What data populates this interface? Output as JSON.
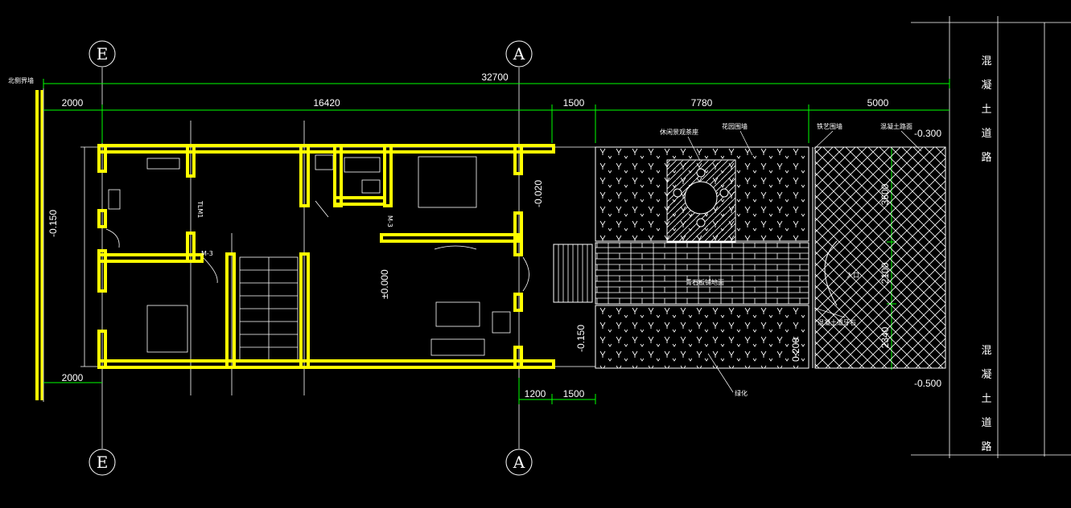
{
  "axes": {
    "left": "E",
    "right": "A"
  },
  "dimensions": {
    "total": "32700",
    "seg_left": "2000",
    "seg_main": "16420",
    "seg_gap": "1500",
    "seg_garden": "7780",
    "seg_road": "5000",
    "bottom_left": "2000",
    "bottom_a": "1200",
    "bottom_b": "1500",
    "v_top": "3600",
    "v_mid": "2100",
    "v_bot": "2340"
  },
  "levels": {
    "left": "-0.150",
    "room": "±0.000",
    "inner": "-0.020",
    "terrace": "-0.150",
    "road_top": "-0.300",
    "road_bottom": "-0.500",
    "step": "0.200"
  },
  "labels": {
    "north": "北侧界墙",
    "tree_pool": "休闲景观茶座",
    "garden_wall": "花园围墙",
    "art_fence": "铁艺围墙",
    "road_surface": "混凝土路面",
    "paving": "青石板铺地面",
    "entry": "入口",
    "curb": "混凝土道牙石",
    "lawn": "绿化",
    "stair": "TLM1",
    "door_m3a": "M-3",
    "door_m3b": "M-3"
  },
  "road_text": [
    "混",
    "凝",
    "土",
    "道",
    "路"
  ],
  "colors": {
    "wall": "#ffff00",
    "dim": "#00ff00",
    "line": "#ffffff",
    "bg": "#000000"
  }
}
